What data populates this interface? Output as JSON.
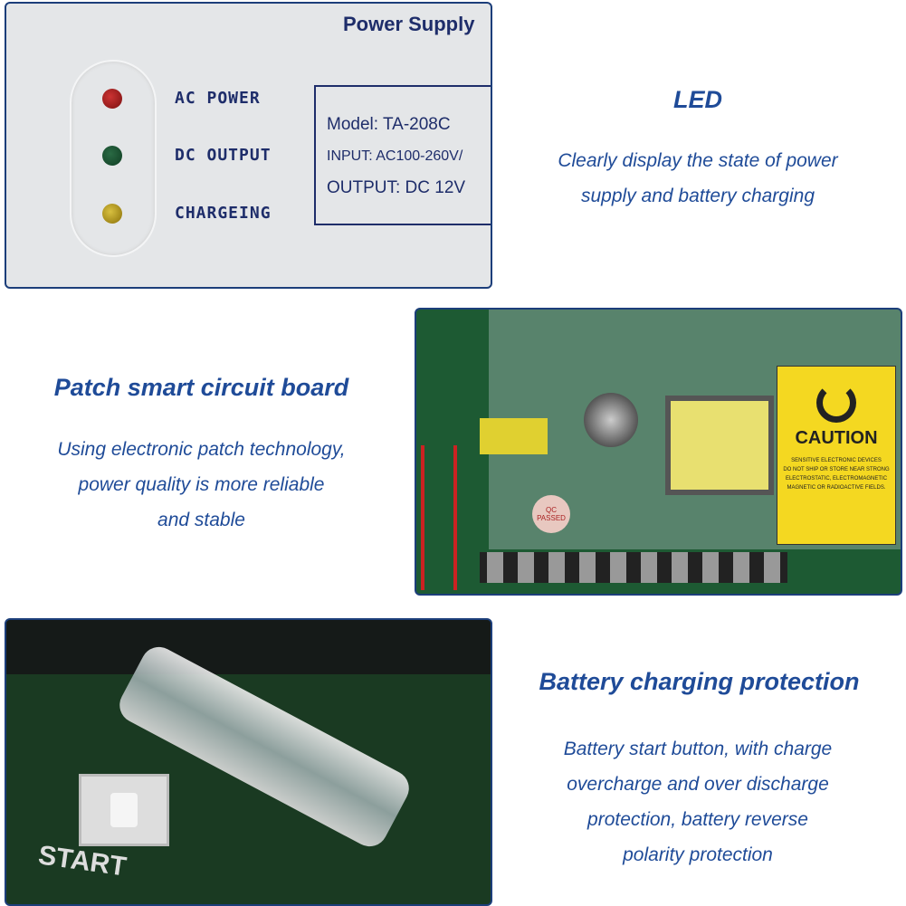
{
  "panel_led_photo": {
    "brand_text": "Power Supply",
    "indicators": [
      {
        "label": "AC POWER",
        "color": "#7a1010"
      },
      {
        "label": "DC OUTPUT",
        "color": "#0f3d22"
      },
      {
        "label": "CHARGEING",
        "color": "#a48a10"
      }
    ],
    "spec_lines": [
      "Model: TA-208C",
      "INPUT: AC100-260V/",
      "OUTPUT:  DC 12V"
    ]
  },
  "section_led": {
    "heading": "LED",
    "body": [
      "Clearly display the state of power",
      "supply and battery charging"
    ]
  },
  "panel_board_photo": {
    "caution_title": "CAUTION",
    "caution_lines": [
      "SENSITIVE ELECTRONIC DEVICES",
      "DO NOT SHIP OR STORE NEAR STRONG",
      "ELECTROSTATIC, ELECTROMAGNETIC",
      "MAGNETIC OR RADIOACTIVE FIELDS."
    ],
    "qc_label": "QC PASSED"
  },
  "section_board": {
    "heading": "Patch smart circuit board",
    "body": [
      "Using electronic patch technology,",
      "power quality is more reliable",
      "and stable"
    ]
  },
  "panel_fuse_photo": {
    "start_label": "START"
  },
  "section_battery": {
    "heading": "Battery charging protection",
    "body": [
      "Battery start button, with charge",
      "overcharge and over discharge",
      "protection, battery reverse",
      "polarity protection"
    ]
  },
  "colors": {
    "heading": "#1f4b98",
    "border": "#1c3e7a"
  }
}
